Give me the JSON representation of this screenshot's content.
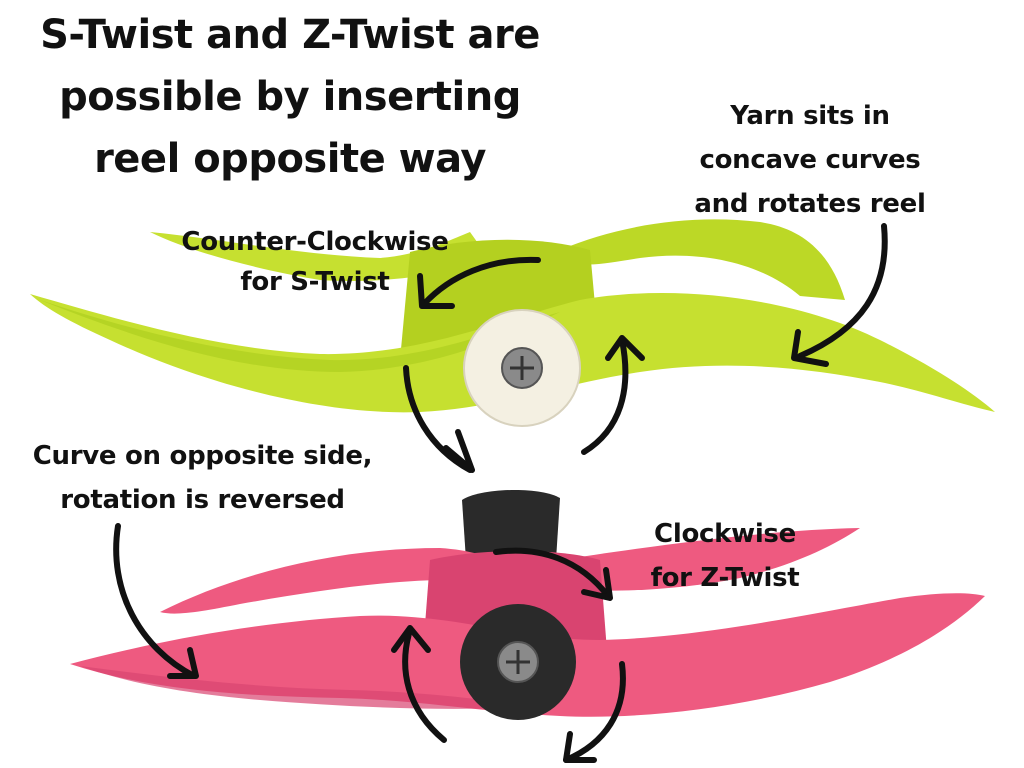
{
  "title": "S-Twist and Z-Twist are\npossible by inserting\nreel opposite way",
  "labels": {
    "yarn": "Yarn sits in\nconcave curves\nand rotates reel",
    "counter_clockwise": "Counter-Clockwise\nfor S-Twist",
    "curve_opposite": "Curve on opposite side,\nrotation is reversed",
    "clockwise": "Clockwise\nfor Z-Twist"
  },
  "colors": {
    "green_reel": "#c6e030",
    "green_reel_shade": "#aacb1c",
    "pink_reel": "#ee5a80",
    "pink_reel_shade": "#d94470",
    "white_bushing": "#f4f0e2",
    "black_bushing": "#2a2a2a",
    "arrow": "#111111"
  }
}
